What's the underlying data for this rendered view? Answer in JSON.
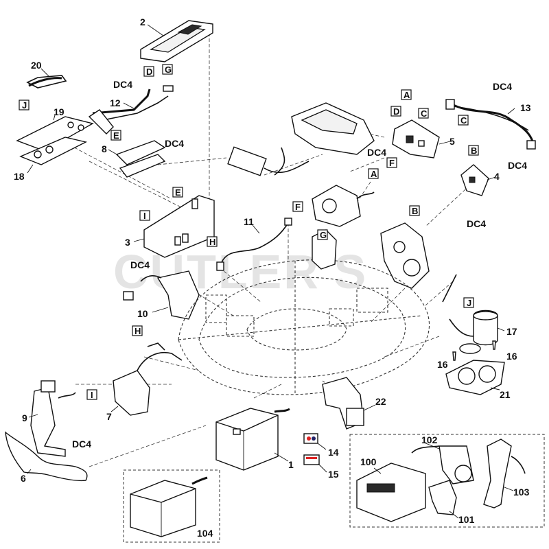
{
  "watermark": "CUTLER'S",
  "callouts": {
    "n1": "1",
    "n2": "2",
    "n3": "3",
    "n4": "4",
    "n5": "5",
    "n6": "6",
    "n7": "7",
    "n8": "8",
    "n9": "9",
    "n10": "10",
    "n11": "11",
    "n12": "12",
    "n13": "13",
    "n14": "14",
    "n15": "15",
    "n16": "16",
    "n17": "17",
    "n18": "18",
    "n19": "19",
    "n20": "20",
    "n21": "21",
    "n22": "22",
    "n100": "100",
    "n101": "101",
    "n102": "102",
    "n103": "103",
    "n104": "104",
    "dc4": "DC4"
  },
  "connector_letters": {
    "a": "A",
    "b": "B",
    "c": "C",
    "d": "D",
    "e": "E",
    "f": "F",
    "g": "G",
    "h": "H",
    "i": "I",
    "j": "J"
  }
}
